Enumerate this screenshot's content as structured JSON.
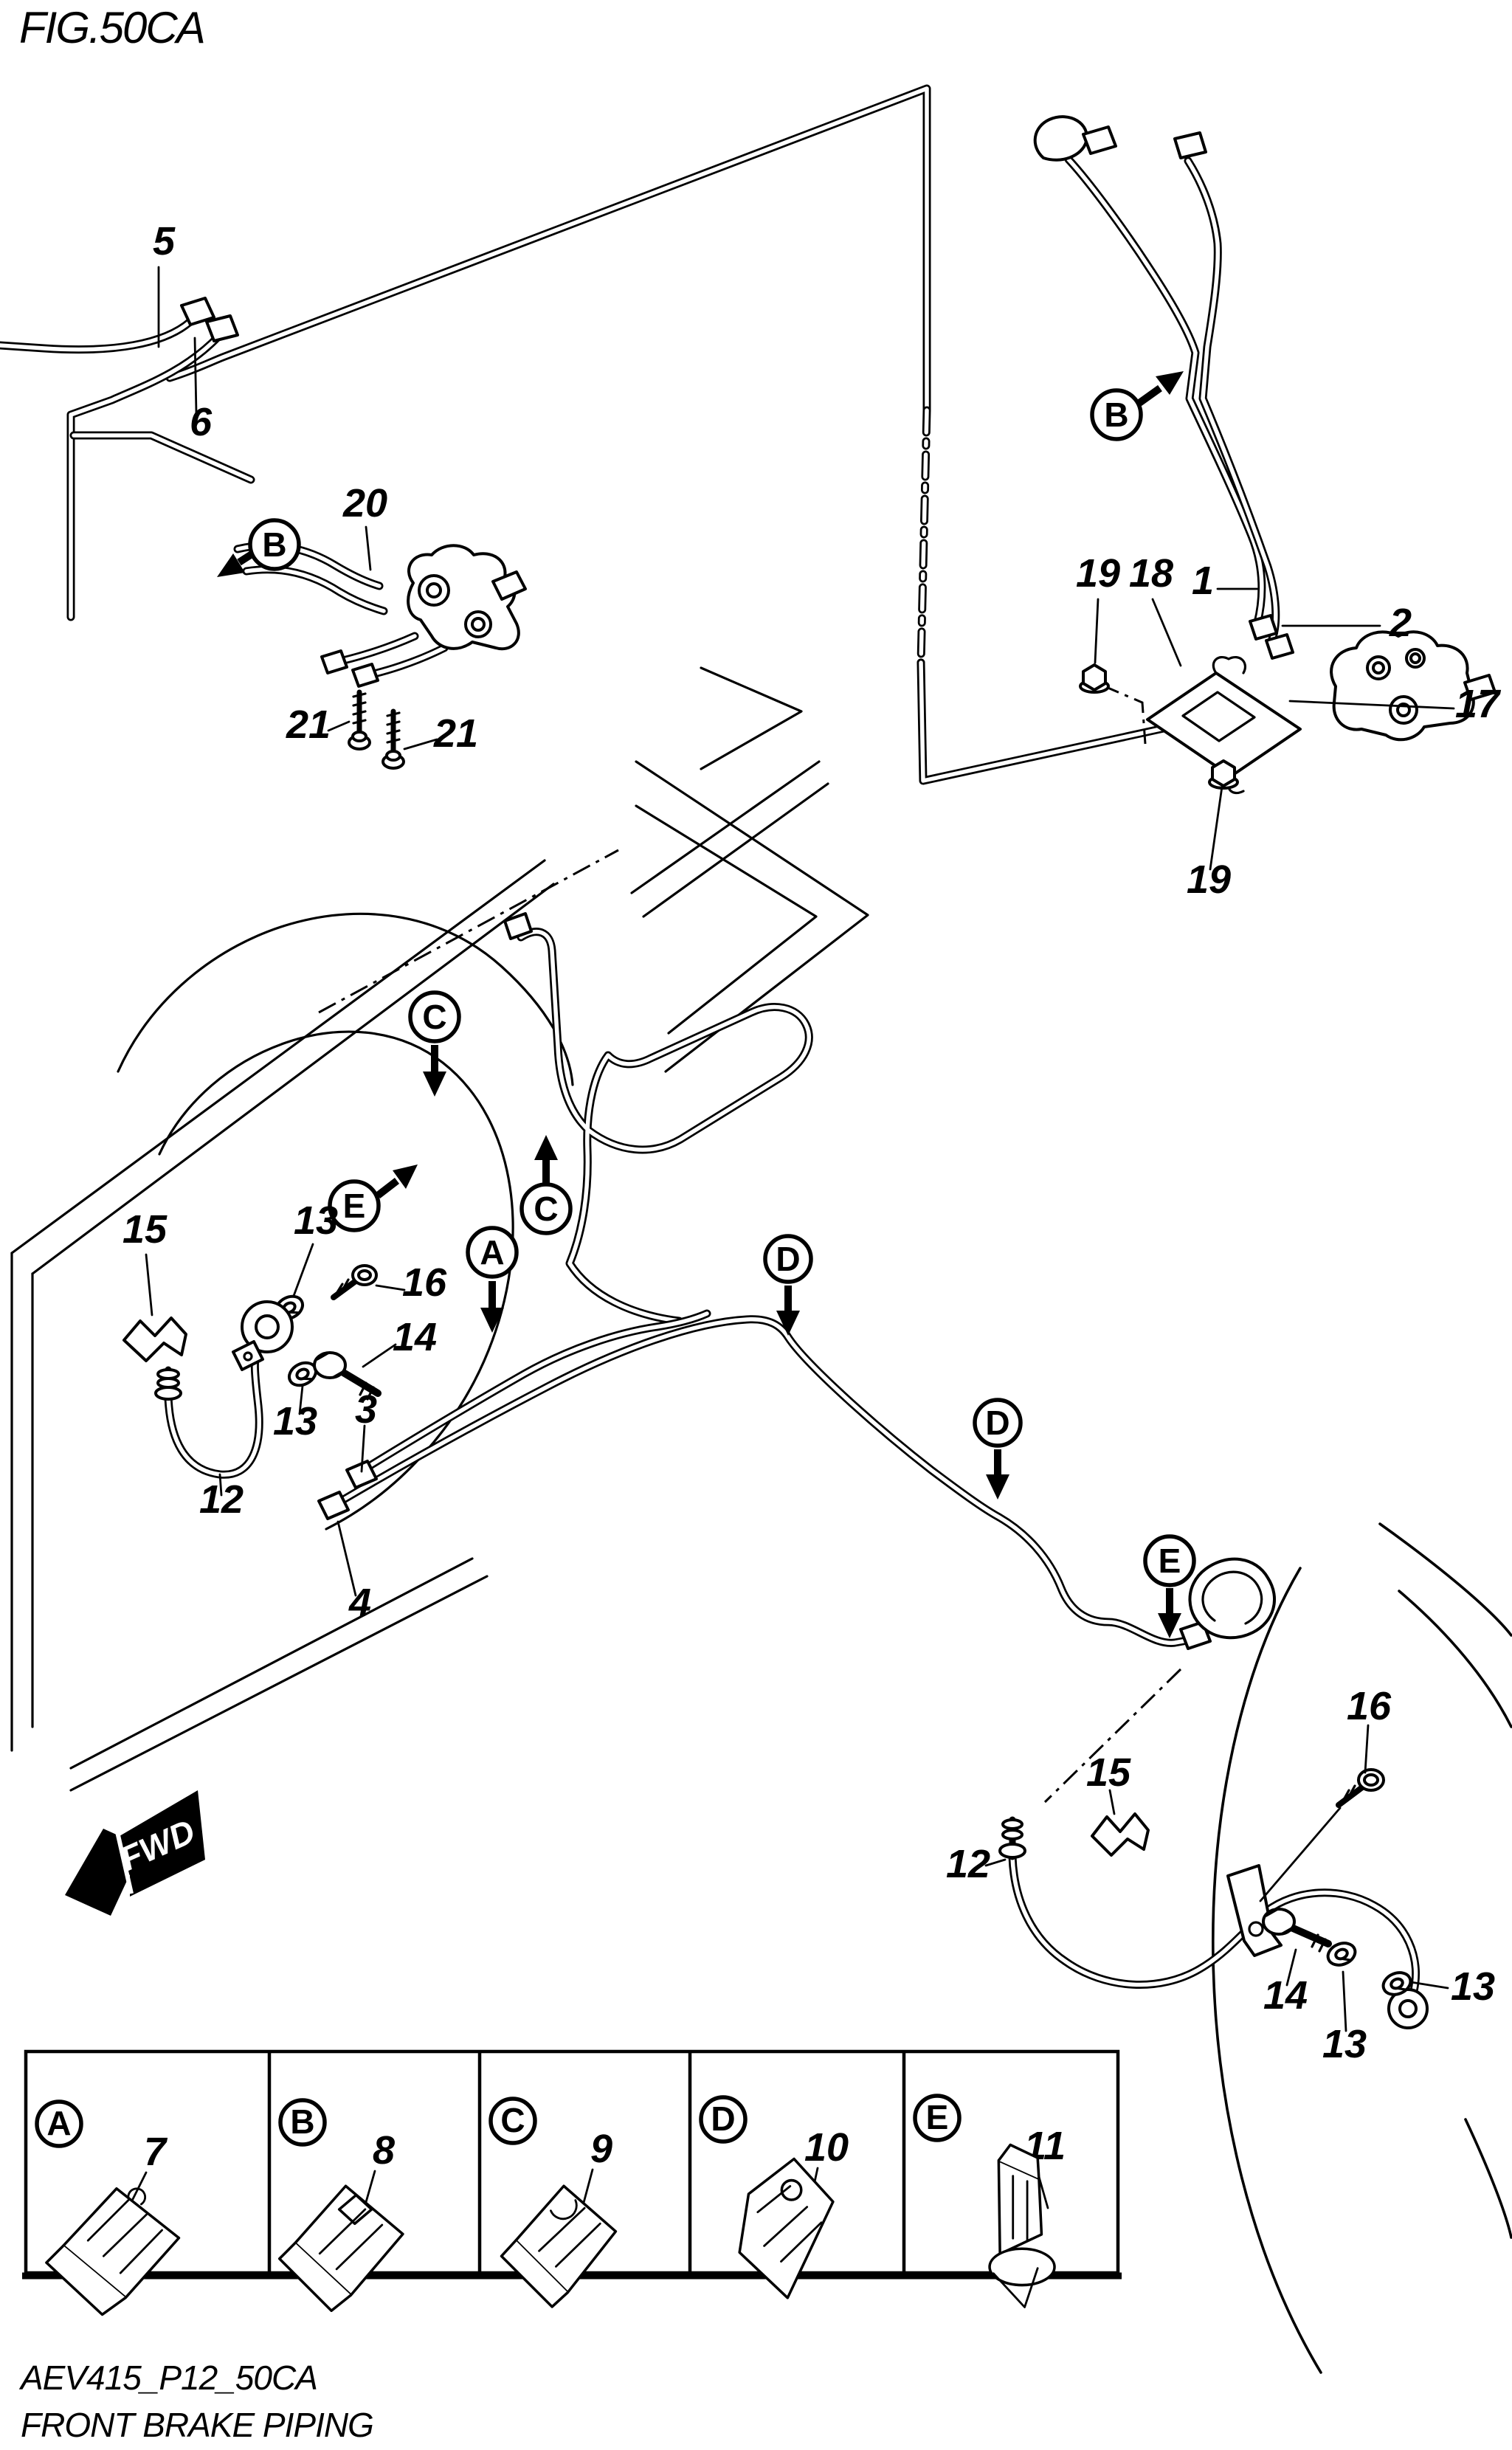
{
  "figure": {
    "title": "FIG.50CA"
  },
  "footer": {
    "code": "AEV415_P12_50CA",
    "name": "FRONT BRAKE PIPING"
  },
  "fwd": {
    "label": "FWD"
  },
  "colors": {
    "ink": "#000000",
    "paper": "#ffffff"
  },
  "callouts": [
    "B",
    "B",
    "C",
    "E",
    "C",
    "A",
    "D",
    "D",
    "E"
  ],
  "labels": [
    {
      "part": "5"
    },
    {
      "part": "6"
    },
    {
      "part": "20"
    },
    {
      "part": "21"
    },
    {
      "part": "21"
    },
    {
      "part": "19"
    },
    {
      "part": "18"
    },
    {
      "part": "1"
    },
    {
      "part": "2"
    },
    {
      "part": "17"
    },
    {
      "part": "19"
    },
    {
      "part": "15"
    },
    {
      "part": "13"
    },
    {
      "part": "16"
    },
    {
      "part": "14"
    },
    {
      "part": "13"
    },
    {
      "part": "3"
    },
    {
      "part": "12"
    },
    {
      "part": "4"
    },
    {
      "part": "16"
    },
    {
      "part": "15"
    },
    {
      "part": "12"
    },
    {
      "part": "14"
    },
    {
      "part": "13"
    },
    {
      "part": "13"
    }
  ],
  "legend": {
    "cells": [
      {
        "letter": "A",
        "part": "7"
      },
      {
        "letter": "B",
        "part": "8"
      },
      {
        "letter": "C",
        "part": "9"
      },
      {
        "letter": "D",
        "part": "10"
      },
      {
        "letter": "E",
        "part": "11"
      }
    ]
  }
}
